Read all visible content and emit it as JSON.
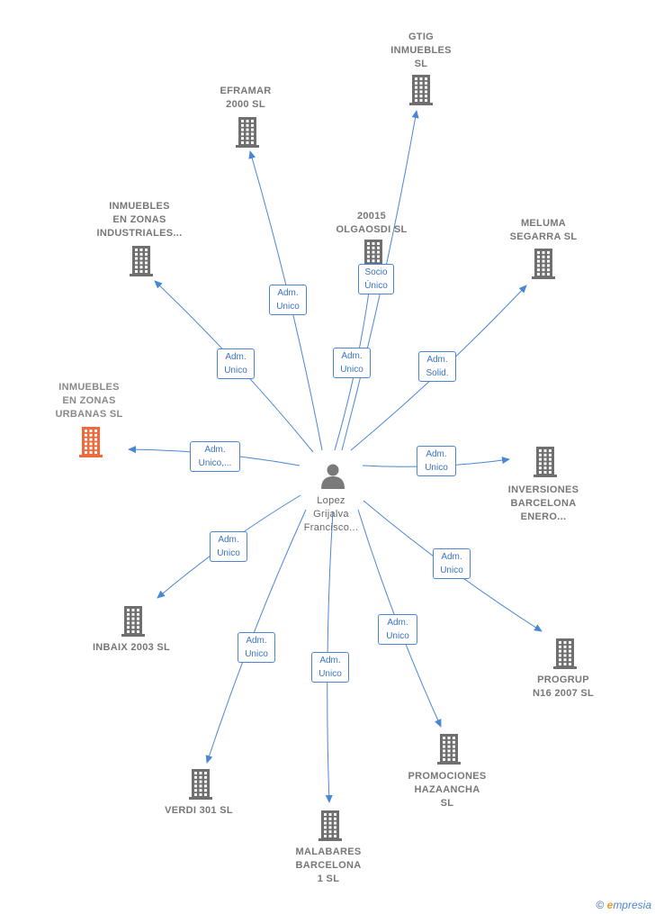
{
  "colors": {
    "edge": "#4a86d6",
    "building": "#6f6f6f",
    "building_focus": "#f06a3b",
    "person": "#7a7a7a"
  },
  "center": {
    "label": "Lopez\nGrijalva\nFrancisco...",
    "icon": "person-icon"
  },
  "nodes": [
    {
      "id": "gtig",
      "label": "GTIG\nINMUEBLES\nSL",
      "icon": "building-icon",
      "focus": false
    },
    {
      "id": "eframar",
      "label": "EFRAMAR\n2000 SL",
      "icon": "building-icon",
      "focus": false
    },
    {
      "id": "inmuebles-industriales",
      "label": "INMUEBLES\nEN ZONAS\nINDUSTRIALES...",
      "icon": "building-icon",
      "focus": false
    },
    {
      "id": "olgaosdi",
      "label": "20015\nOLGAOSDI SL",
      "icon": "building-icon",
      "focus": false
    },
    {
      "id": "meluma",
      "label": "MELUMA\nSEGARRA  SL",
      "icon": "building-icon",
      "focus": false
    },
    {
      "id": "inmuebles-urbanas",
      "label": "INMUEBLES\nEN ZONAS\nURBANAS  SL",
      "icon": "building-icon",
      "focus": true
    },
    {
      "id": "inversiones",
      "label": "INVERSIONES\nBARCELONA\nENERO...",
      "icon": "building-icon",
      "focus": false
    },
    {
      "id": "inbaix",
      "label": "INBAIX 2003 SL",
      "icon": "building-icon",
      "focus": false
    },
    {
      "id": "progrup",
      "label": "PROGRUP\nN16 2007  SL",
      "icon": "building-icon",
      "focus": false
    },
    {
      "id": "verdi",
      "label": "VERDI 301  SL",
      "icon": "building-icon",
      "focus": false
    },
    {
      "id": "malabares",
      "label": "MALABARES\nBARCELONA\n1  SL",
      "icon": "building-icon",
      "focus": false
    },
    {
      "id": "promociones",
      "label": "PROMOCIONES\nHAZAANCHA\nSL",
      "icon": "building-icon",
      "focus": false
    }
  ],
  "edges": [
    {
      "to": "gtig",
      "label": "Socio\nÚnico"
    },
    {
      "to": "eframar",
      "label": "Adm.\nUnico"
    },
    {
      "to": "inmuebles-industriales",
      "label": "Adm.\nUnico"
    },
    {
      "to": "olgaosdi",
      "label": "Adm.\nUnico"
    },
    {
      "to": "meluma",
      "label": "Adm.\nSolid."
    },
    {
      "to": "inmuebles-urbanas",
      "label": "Adm.\nUnico,..."
    },
    {
      "to": "inversiones",
      "label": "Adm.\nUnico"
    },
    {
      "to": "inbaix",
      "label": "Adm.\nUnico"
    },
    {
      "to": "progrup",
      "label": "Adm.\nUnico"
    },
    {
      "to": "verdi",
      "label": "Adm.\nUnico"
    },
    {
      "to": "malabares",
      "label": "Adm.\nUnico"
    },
    {
      "to": "promociones",
      "label": "Adm.\nUnico"
    }
  ],
  "footer": {
    "copyright": "©",
    "brand_first": "e",
    "brand_rest": "mpresia"
  }
}
